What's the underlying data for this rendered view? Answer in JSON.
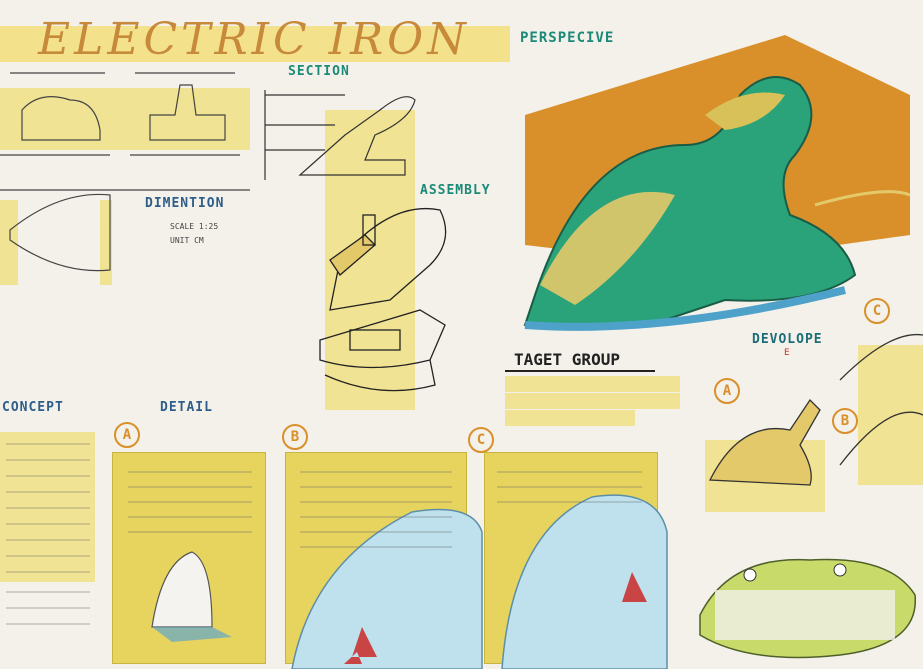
{
  "title": "ELECTRIC IRON",
  "labels": {
    "perspective": "PERSPECIVE",
    "section": "SECTION",
    "assembly": "ASSEMBLY",
    "dimention": "DIMENTION",
    "scale": "SCALE 1:25",
    "unit": "UNIT CM",
    "concept": "CONCEPT",
    "detail": "DETAIL",
    "target_group": "TAGET GROUP",
    "devolope": "DEVOLOPE",
    "e_mark": "E"
  },
  "markers": {
    "a": "A",
    "b": "B",
    "c": "C"
  },
  "colors": {
    "yellow": "#e9d96a",
    "teal": "#1c8a78",
    "orange_bg": "#d9902a",
    "green_iron": "#2aa27a",
    "blue_iron": "#9fd0e6"
  }
}
